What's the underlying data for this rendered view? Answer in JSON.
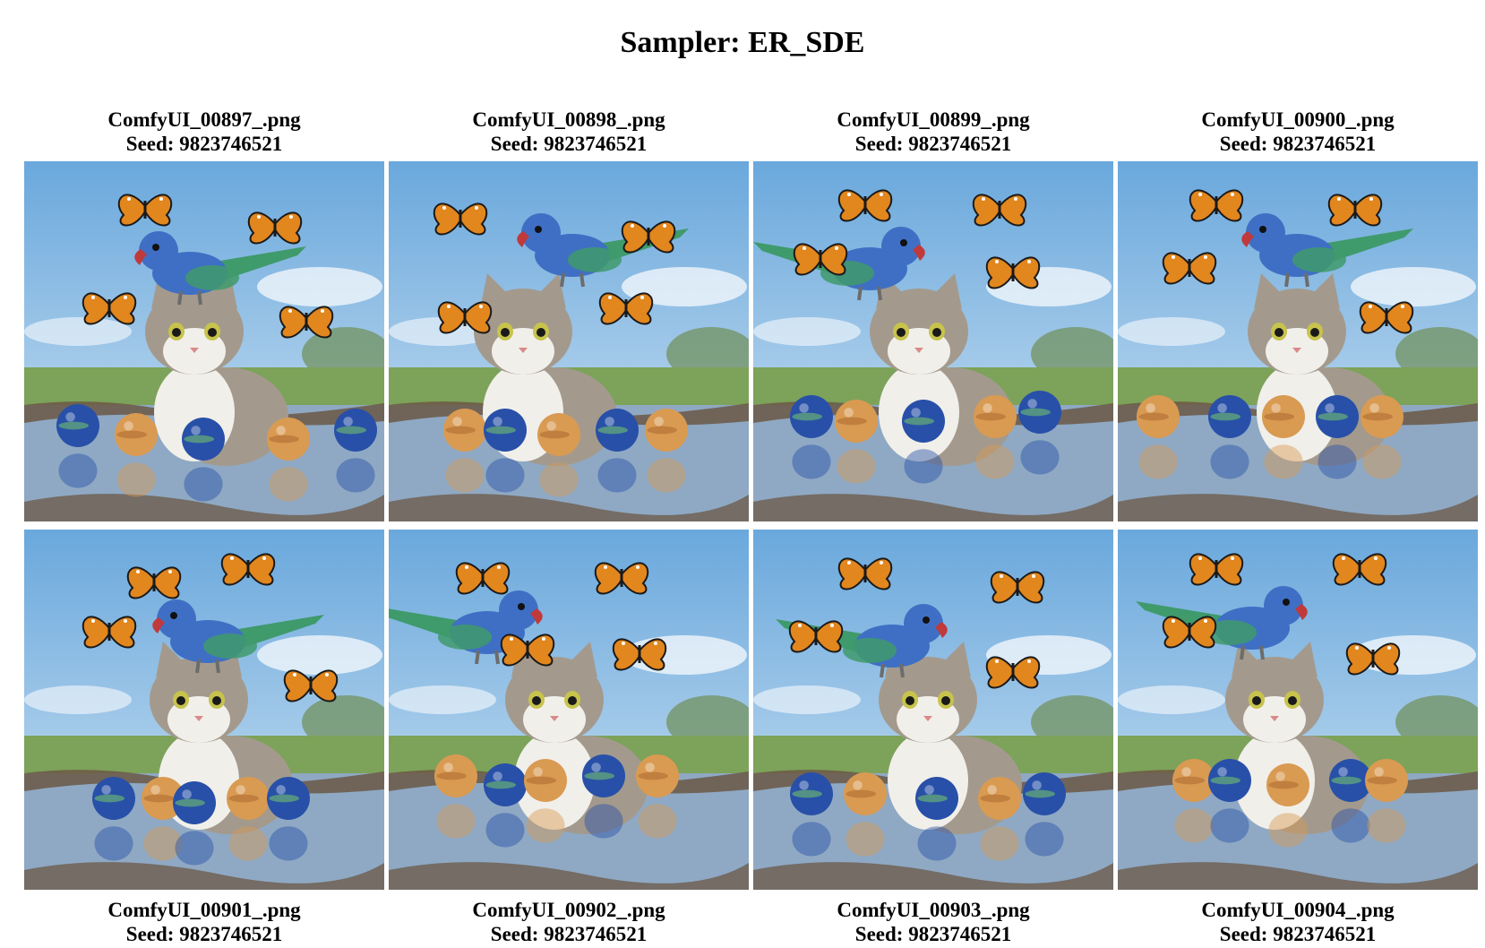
{
  "title": "Sampler: ER_SDE",
  "images": [
    {
      "filename": "ComfyUI_00897_.png",
      "seed": "Seed: 9823746521"
    },
    {
      "filename": "ComfyUI_00898_.png",
      "seed": "Seed: 9823746521"
    },
    {
      "filename": "ComfyUI_00899_.png",
      "seed": "Seed: 9823746521"
    },
    {
      "filename": "ComfyUI_00900_.png",
      "seed": "Seed: 9823746521"
    },
    {
      "filename": "ComfyUI_00901_.png",
      "seed": "Seed: 9823746521"
    },
    {
      "filename": "ComfyUI_00902_.png",
      "seed": "Seed: 9823746521"
    },
    {
      "filename": "ComfyUI_00903_.png",
      "seed": "Seed: 9823746521"
    },
    {
      "filename": "ComfyUI_00904_.png",
      "seed": "Seed: 9823746521"
    }
  ],
  "colors": {
    "sky_top": "#6aa8dc",
    "sky_bottom": "#cfe3f3",
    "grass": "#7da25a",
    "water": "#8fa9c4",
    "mud": "#6b5845",
    "cat_fur": "#a39a8d",
    "cat_white": "#f1efea",
    "parrot_blue": "#3f6fc4",
    "parrot_green": "#3f9a6c",
    "butterfly_orange": "#e2861e",
    "planet_blue": "#2850a8",
    "planet_orange": "#d99a52"
  }
}
